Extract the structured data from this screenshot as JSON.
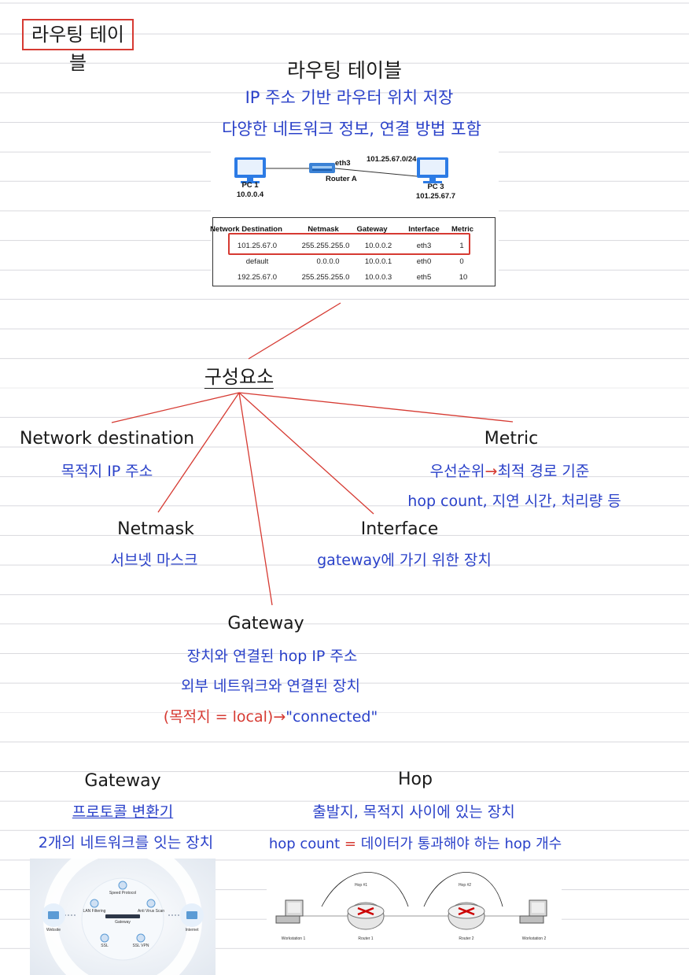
{
  "title_box": "라우팅 테이블",
  "section1": {
    "heading": "라우팅 테이블",
    "line1": "IP 주소 기반 라우터 위치 저장",
    "line2": "다양한 네트워크 정보, 연결 방법 포함"
  },
  "network_figure": {
    "pc1": {
      "name": "PC 1",
      "ip": "10.0.0.4"
    },
    "router": {
      "name": "Router A",
      "iface": "eth3"
    },
    "pc3": {
      "name": "PC 3",
      "ip": "101.25.67.7"
    },
    "subnet": "101.25.67.0/24",
    "table": {
      "headers": [
        "Network Destination",
        "Netmask",
        "Gateway",
        "Interface",
        "Metric"
      ],
      "rows": [
        [
          "101.25.67.0",
          "255.255.255.0",
          "10.0.0.2",
          "eth3",
          "1"
        ],
        [
          "default",
          "0.0.0.0",
          "10.0.0.1",
          "eth0",
          "0"
        ],
        [
          "192.25.67.0",
          "255.255.255.0",
          "10.0.0.3",
          "eth5",
          "10"
        ]
      ]
    }
  },
  "components": {
    "heading": "구성요소",
    "network_destination": {
      "title": "Network destination",
      "desc": "목적지 IP 주소"
    },
    "metric": {
      "title": "Metric",
      "desc_part1": "우선순위",
      "arrow": "→",
      "desc_part2": "최적 경로 기준",
      "desc2": "hop count, 지연 시간, 처리량 등"
    },
    "netmask": {
      "title": "Netmask",
      "desc": "서브넷 마스크"
    },
    "interface": {
      "title": "Interface",
      "desc": "gateway에 가기 위한 장치"
    },
    "gateway": {
      "title": "Gateway",
      "desc1": "장치와 연결된 hop IP 주소",
      "desc2": "외부 네트워크와 연결된 장치",
      "desc3_red": "(목적지 = local)",
      "desc3_arrow": "→",
      "desc3_blue": "\"connected\""
    }
  },
  "gateway_section": {
    "title": "Gateway",
    "line1": "프로토콜 변환기",
    "line2": "2개의 네트워크를 잇는 장치"
  },
  "hop_section": {
    "title": "Hop",
    "line1": "출발지, 목적지 사이에 있는 장치",
    "line2_part1": "hop count",
    "line2_eq": "=",
    "line2_part2": "데이터가 통과해야 하는 hop 개수"
  },
  "hop_figure": {
    "hop1": "Hop #1",
    "hop2": "Hop #2",
    "ws1": "Workstation 1",
    "r1": "Router 1",
    "r2": "Router 2",
    "ws2": "Workstation 2"
  },
  "gateway_figure": {
    "center": "Gateway",
    "left": "Website",
    "right": "Internet",
    "top": "Speed Protocol",
    "nodes": [
      "LAN Filtering",
      "Anti Virus Scan",
      "SSL",
      "SSL VPN"
    ]
  },
  "colors": {
    "blue_ink": "#2a41c9",
    "red_ink": "#d63a32",
    "black_ink": "#1a1a1a",
    "rule_line": "#d9d9de"
  }
}
